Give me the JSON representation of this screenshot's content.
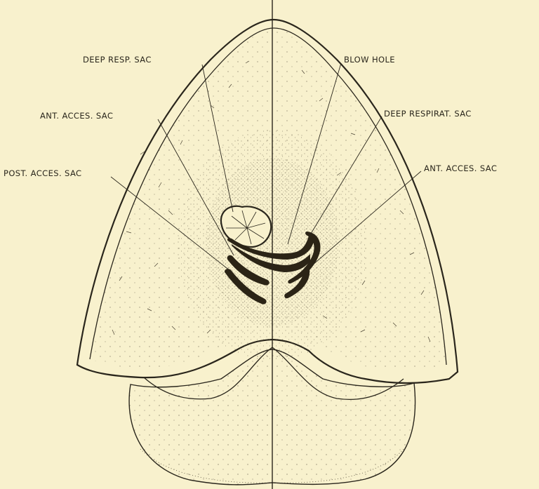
{
  "labels": {
    "deep_resp_sac": "DEEP RESP. SAC",
    "ant_acces_sac_left": "ANT. ACCES. SAC",
    "post_acces_sac": "POST. ACCES. SAC",
    "blow_hole": "BLOW HOLE",
    "deep_respirat_sac": "DEEP RESPIRAT. SAC",
    "ant_acces_sac_right": "ANT. ACCES. SAC"
  },
  "colors": {
    "paper": "#f8f1cd",
    "ink": "#2a261c"
  }
}
